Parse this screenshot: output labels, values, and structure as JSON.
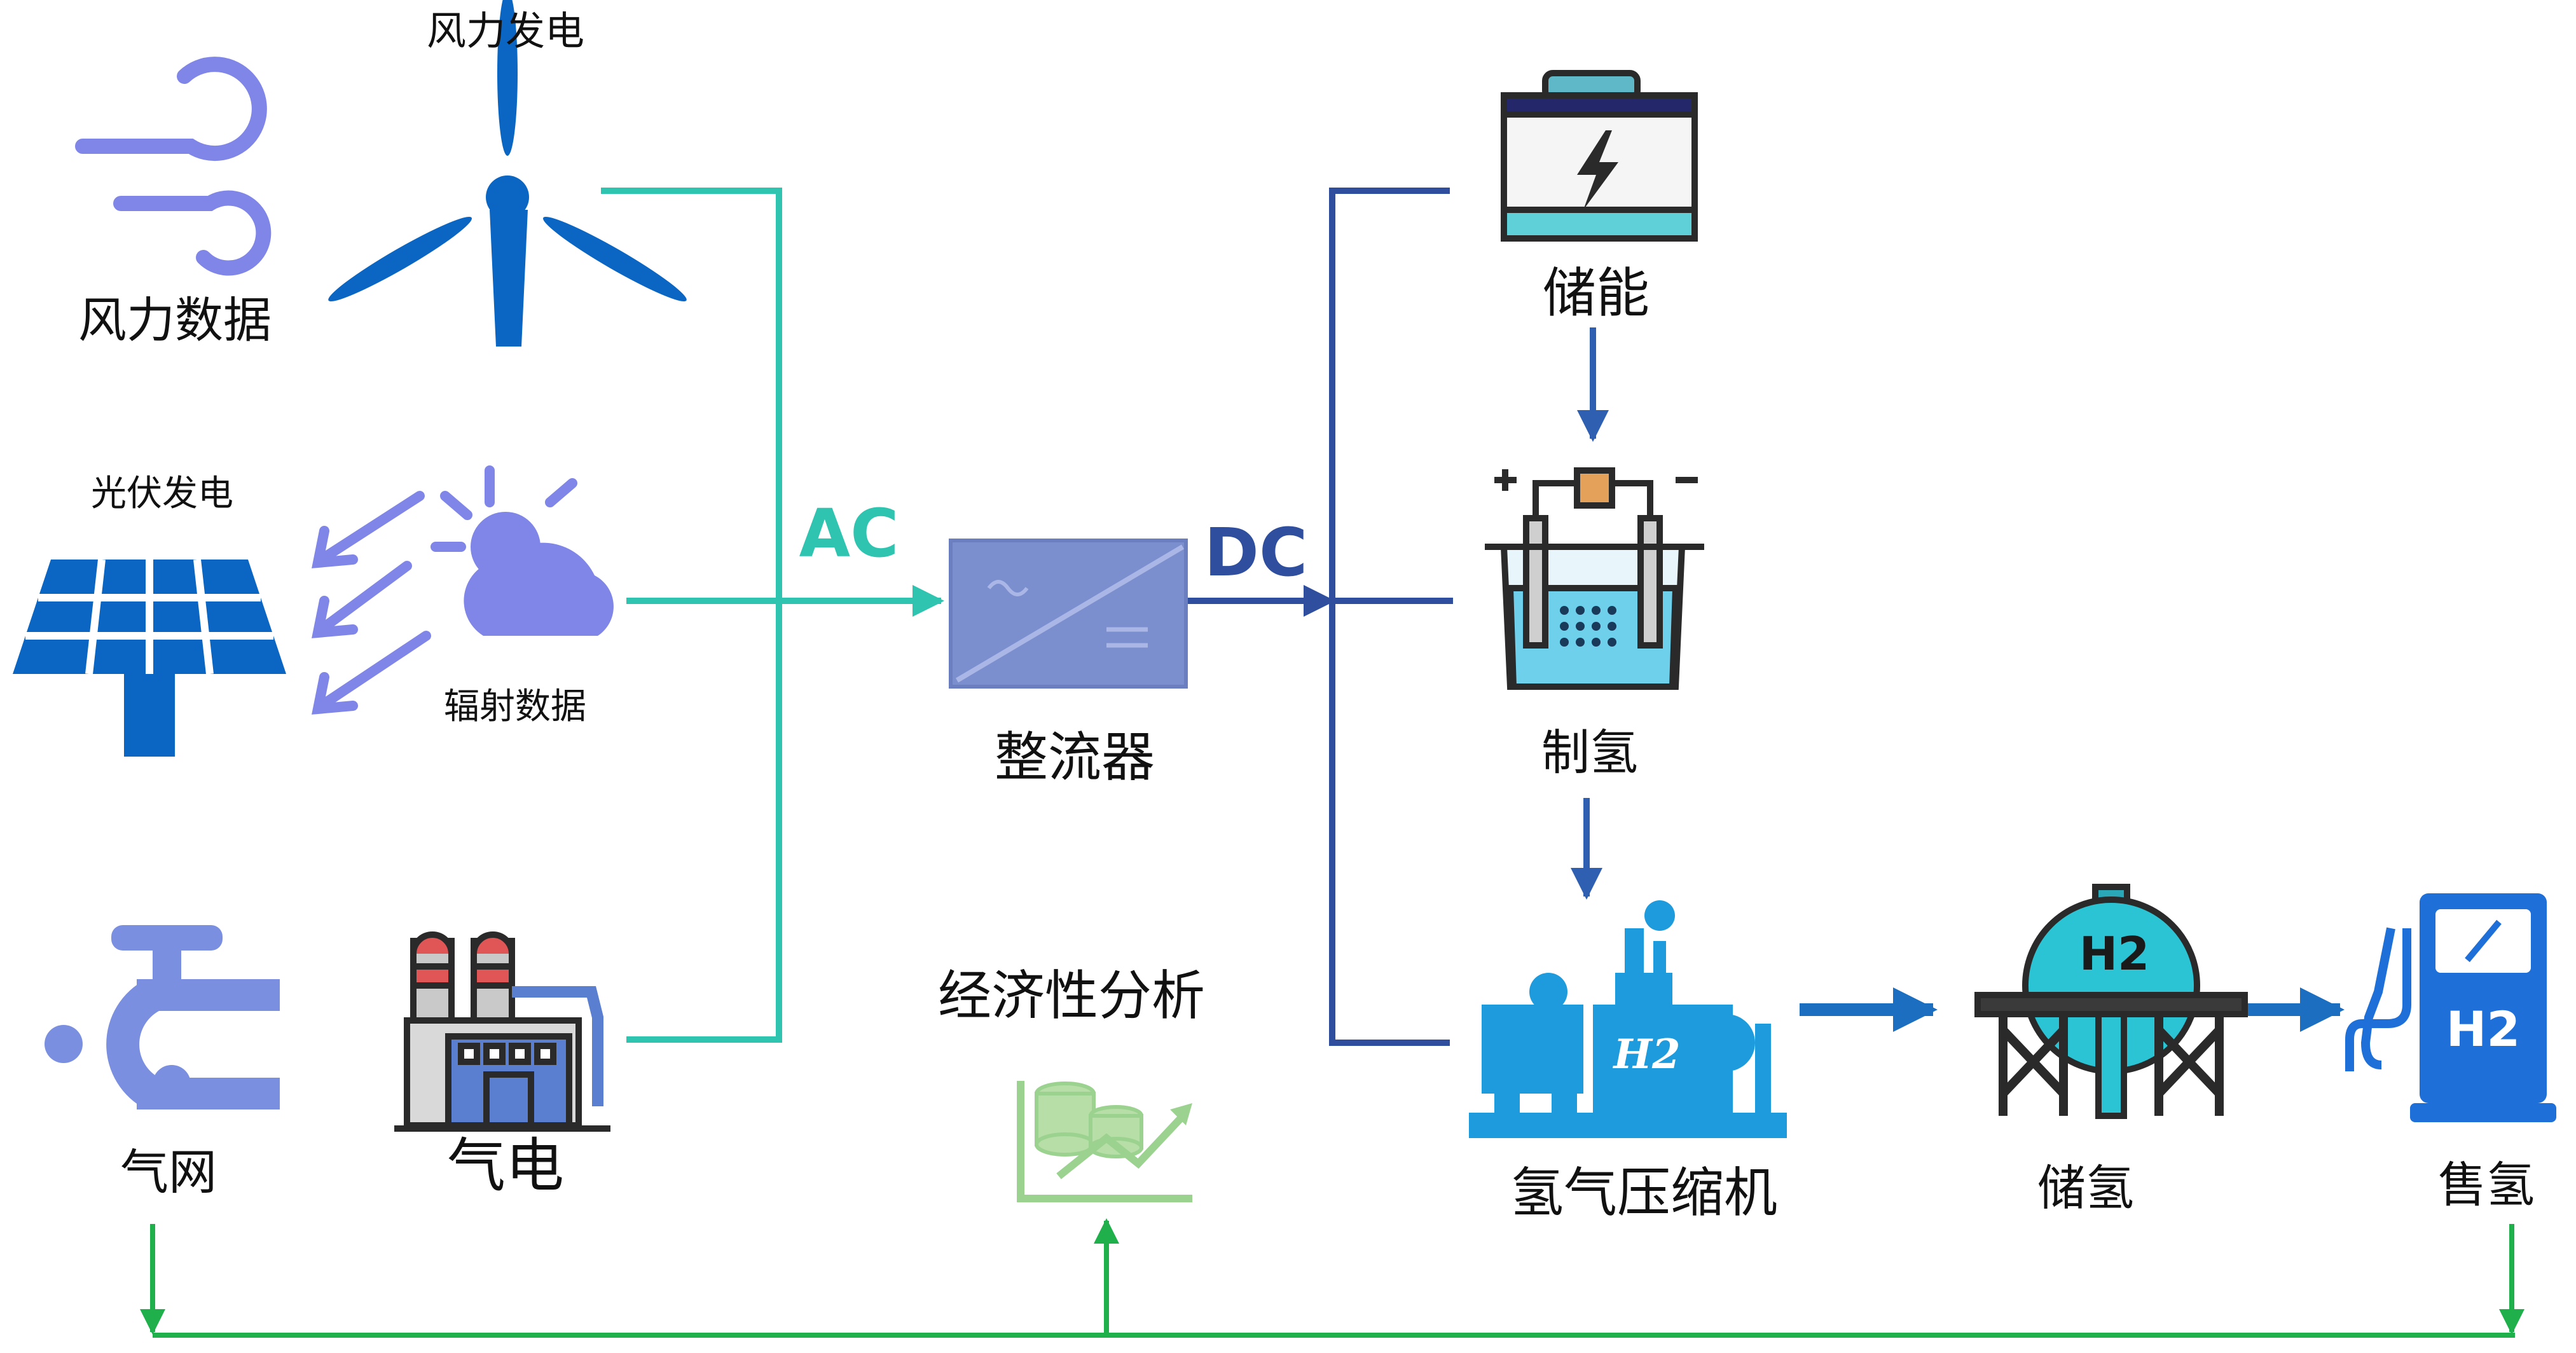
{
  "labels": {
    "wind_power": "风力发电",
    "wind_data": "风力数据",
    "pv_power": "光伏发电",
    "radiation_data": "辐射数据",
    "gas_grid": "气网",
    "gas_power": "气电",
    "ac": "AC",
    "dc": "DC",
    "rectifier": "整流器",
    "economic_analysis": "经济性分析",
    "energy_storage": "储能",
    "hydrogen_production": "制氢",
    "hydrogen_compressor": "氢气压缩机",
    "hydrogen_storage": "储氢",
    "hydrogen_sales": "售氢",
    "h2_tank": "H2",
    "h2_pump": "H2",
    "h2_compressor": "H2"
  },
  "icons": {
    "wind": "wind-icon",
    "turbine": "wind-turbine-icon",
    "solar_panel": "solar-panel-icon",
    "sun_cloud": "sun-cloud-icon",
    "gas_pipe": "gas-pipe-icon",
    "gas_plant": "gas-power-plant-icon",
    "rectifier": "rectifier-icon",
    "economic": "economic-analysis-icon",
    "battery": "battery-icon",
    "electrolyzer": "electrolyzer-icon",
    "compressor": "compressor-icon",
    "h2_tank": "hydrogen-tank-icon",
    "h2_pump": "hydrogen-pump-icon"
  },
  "colors": {
    "ac_line": "#2ec4b0",
    "dc_line": "#2f4f9e",
    "economic_line": "#1fb04c",
    "flow_arrow": "#1c6fc0",
    "wind_blue": "#0a66c2",
    "lavender": "#8086e8",
    "rectifier_fill": "#7b8fcf"
  }
}
